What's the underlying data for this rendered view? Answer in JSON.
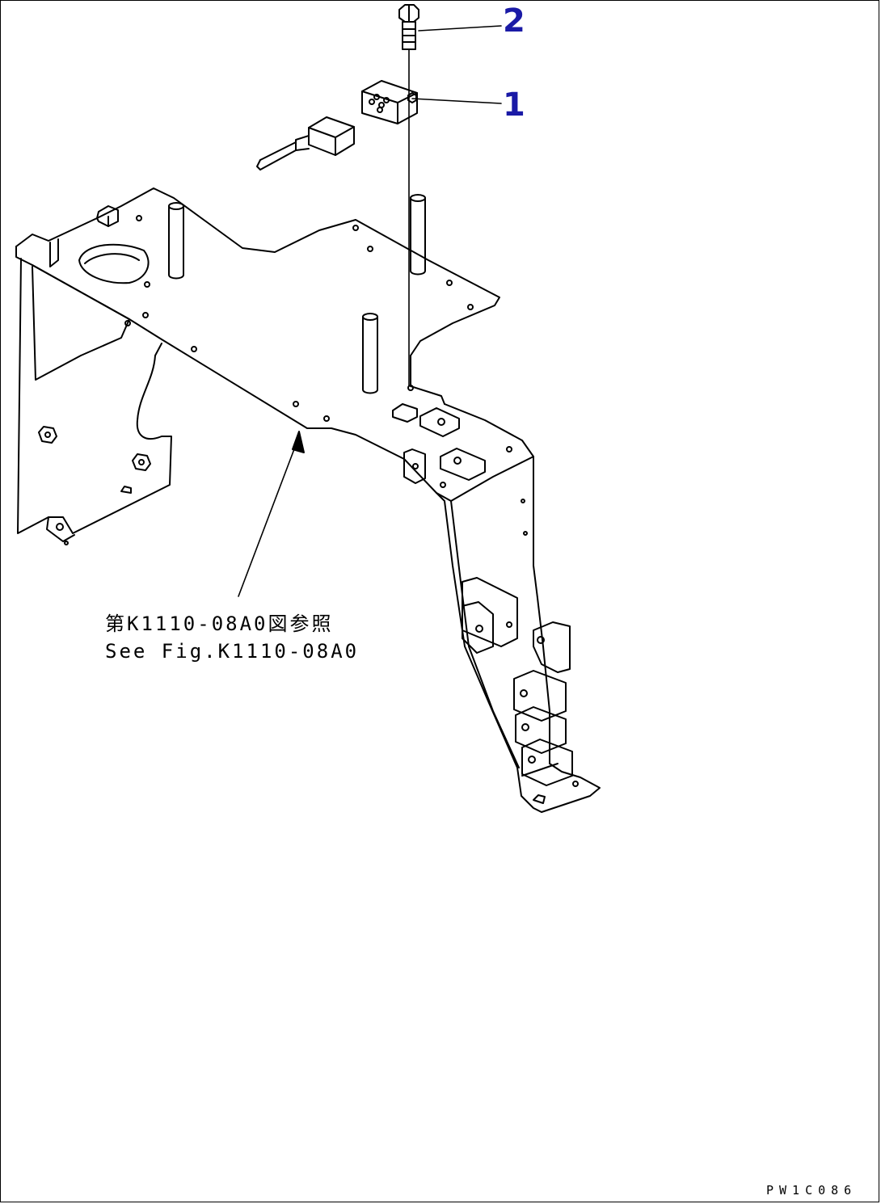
{
  "colors": {
    "line": "#000000",
    "callout": "#1a1aa6",
    "background": "#ffffff"
  },
  "callouts": [
    {
      "number": "2",
      "part": "bolt"
    },
    {
      "number": "1",
      "part": "relay"
    }
  ],
  "reference": {
    "line_jp": "第K1110-08A0図参照",
    "line_en": "See Fig.K1110-08A0"
  },
  "figure_id": "PW1C086"
}
